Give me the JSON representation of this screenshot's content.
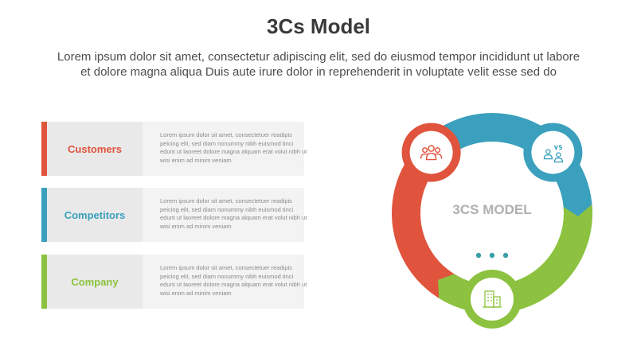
{
  "header": {
    "title": "3Cs Model",
    "subtitle_line1": "Lorem ipsum dolor sit amet, consectetur adipiscing elit, sed do eiusmod tempor incididunt ut labore",
    "subtitle_line2": "et dolore magna aliqua Duis aute irure dolor in reprehenderit in voluptate velit esse sed do"
  },
  "items": [
    {
      "label": "Customers",
      "color": "#e0533c",
      "icon": "people-group-icon",
      "desc": "Lorem ipsum dolor sit amet, consectetuer readipis peicing elit, sed diam nonummy nibh euismod tinci edunt ut laoreet dolore magna alquam erat volut nibh ut wisi enim ad minim veniam"
    },
    {
      "label": "Competitors",
      "color": "#3aa0bd",
      "icon": "versus-icon",
      "desc": "Lorem ipsum dolor sit amet, consectetuer readipis peicing elit, sed diam nonummy nibh euismod tinci edunt ut laoreet dolore magna alquam erat volut nibh ut wisi enim ad minim veniam"
    },
    {
      "label": "Company",
      "color": "#8cc23f",
      "icon": "building-icon",
      "desc": "Lorem ipsum dolor sit amet, consectetuer readipis peicing elit, sed diam nonummy nibh euismod tinci edunt ut laoreet dolore magna alquam erat volut nibh ut wisi enim ad minim veniam"
    }
  ],
  "wheel": {
    "center_label": "3CS MODEL",
    "dots_color": "#3aa0a8"
  }
}
